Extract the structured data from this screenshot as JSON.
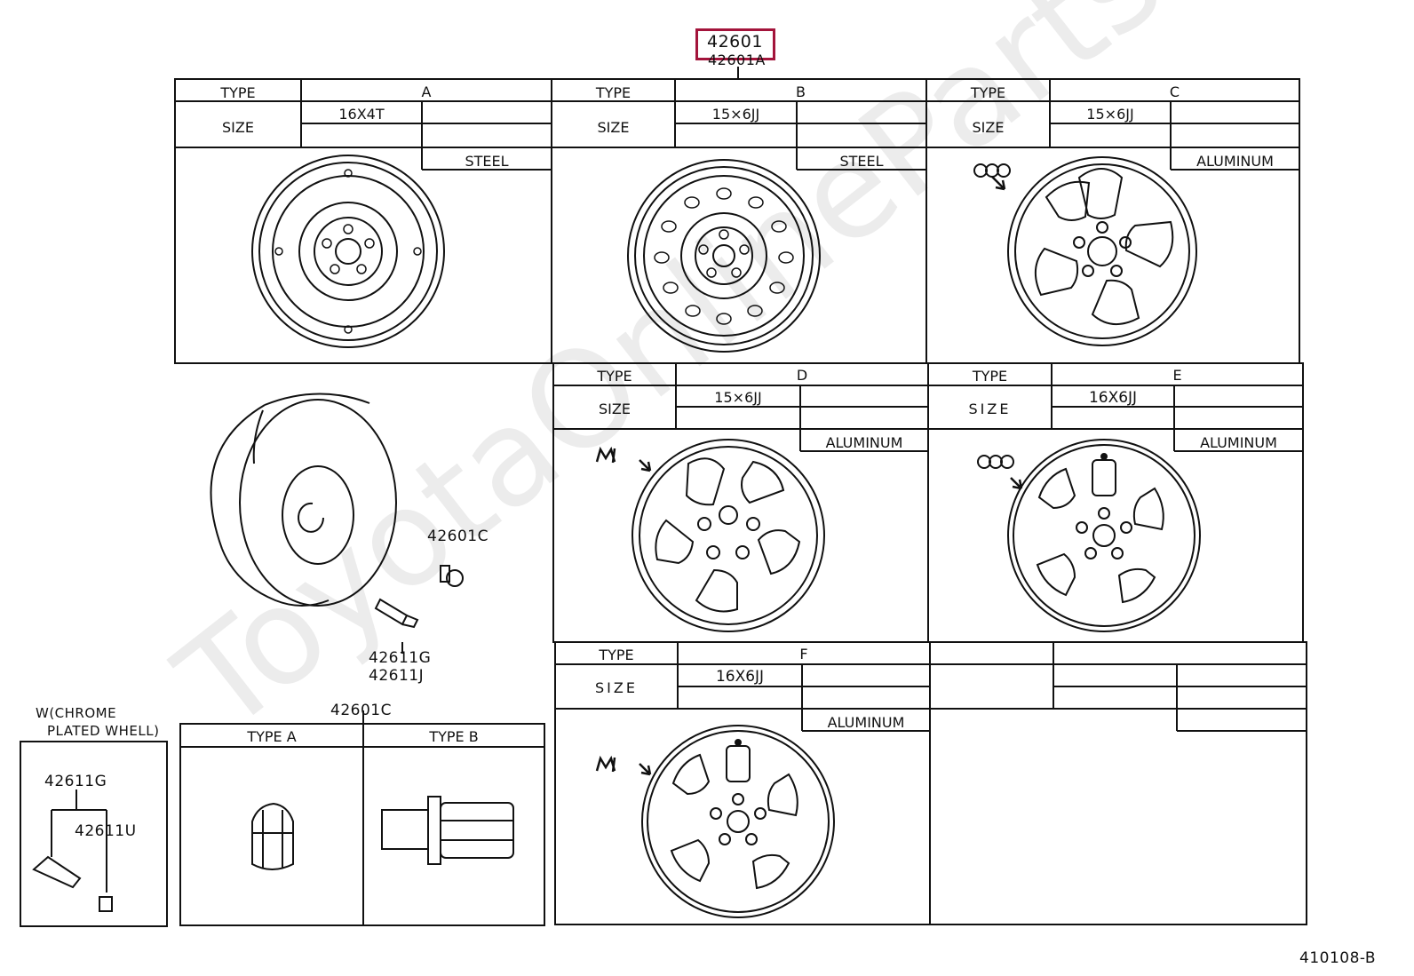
{
  "title_code": "42601",
  "title_code_alt": "42601A",
  "watermark": "ToyotaOnlineParts.ru",
  "header_labels": {
    "type": "TYPE",
    "size": "SIZE"
  },
  "panels": [
    {
      "type": "A",
      "size": "16X4T",
      "material": "STEEL",
      "style": "steel-hubcap"
    },
    {
      "type": "B",
      "size": "15×6JJ",
      "material": "STEEL",
      "style": "steel-holes"
    },
    {
      "type": "C",
      "size": "15×6JJ",
      "material": "ALUMINUM",
      "style": "alloy-5-spoke",
      "mark": "oo"
    },
    {
      "type": "D",
      "size": "15×6JJ",
      "material": "ALUMINUM",
      "style": "alloy-5-spoke",
      "mark": "LM"
    },
    {
      "type": "E",
      "size": "16X6JJ",
      "material": "ALUMINUM",
      "style": "alloy-5-window",
      "mark": "oo"
    },
    {
      "type": "F",
      "size": "16X6JJ",
      "material": "ALUMINUM",
      "style": "alloy-5-window",
      "mark": "LM"
    }
  ],
  "parts": {
    "balance_weight": "42601C",
    "valve_1": "42611G",
    "valve_2": "42611J",
    "nut": "42601C",
    "nut_type_a": "TYPE A",
    "nut_type_b": "TYPE B",
    "chrome_note_line1": "W(CHROME",
    "chrome_note_line2": "PLATED WHELL)",
    "chrome_valve": "42611G",
    "chrome_cap": "42611U"
  },
  "footer_code": "410108-B"
}
